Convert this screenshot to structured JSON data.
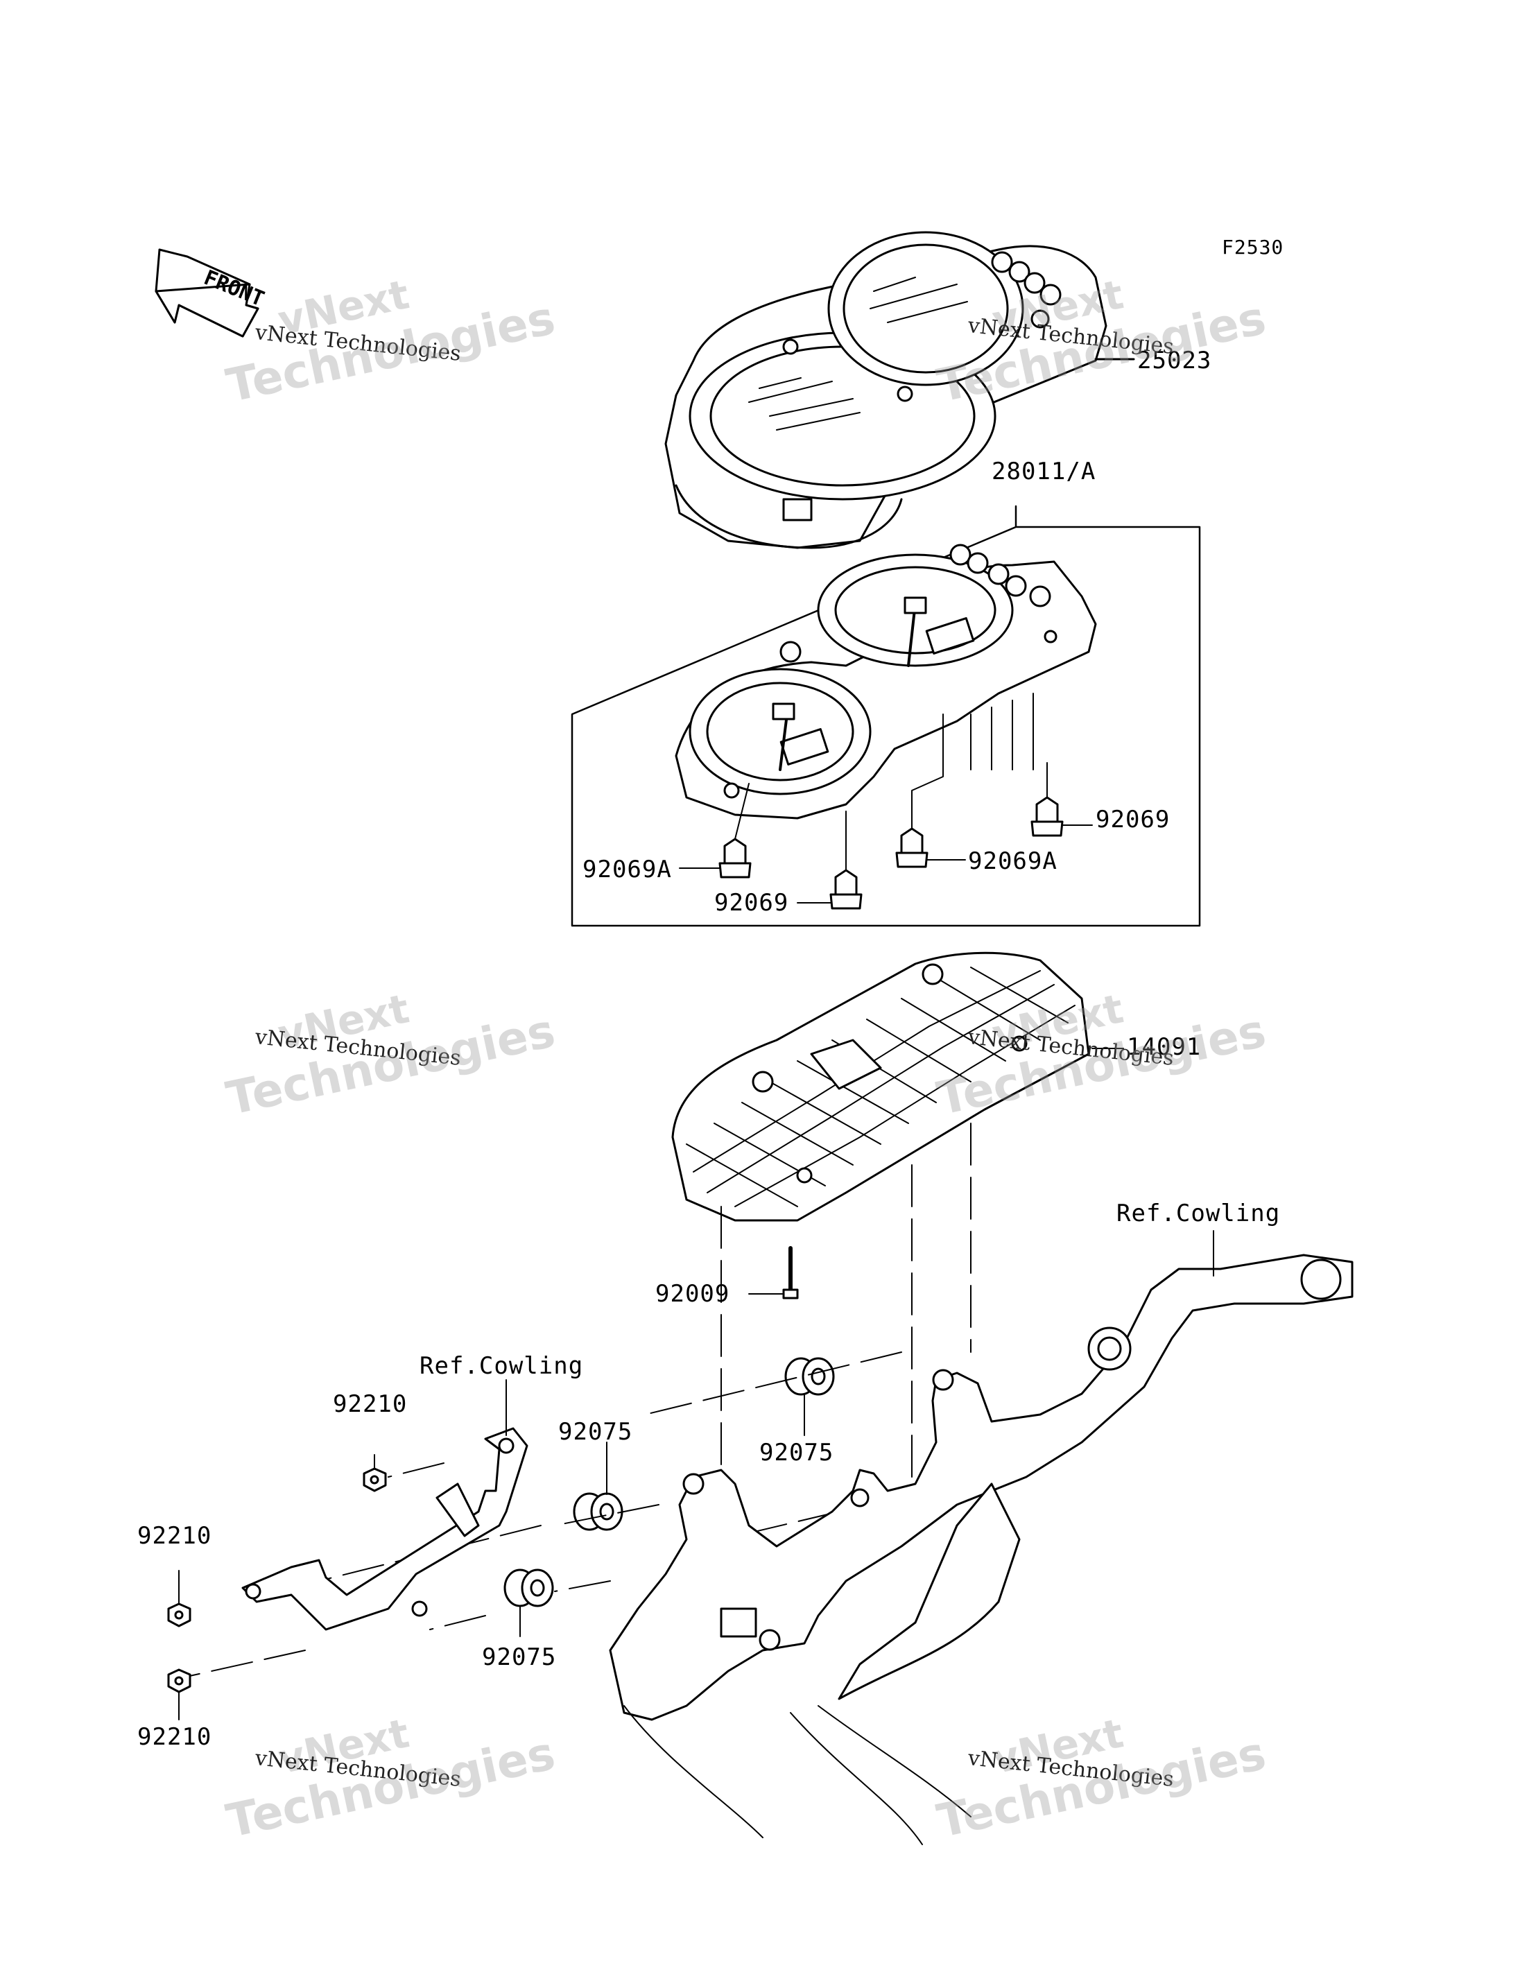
{
  "figure_code": "F2530",
  "front_marker": "FRONT",
  "parts": {
    "p25023": "25023",
    "p28011": "28011/A",
    "p92069_right": "92069",
    "p92069A_left": "92069A",
    "p92069A_mid": "92069A",
    "p92069_bottom": "92069",
    "p14091": "14091",
    "p92009": "92009",
    "p92075_upper": "92075",
    "p92075_right": "92075",
    "p92075_lower": "92075",
    "p92210_upper": "92210",
    "p92210_left": "92210",
    "p92210_lower": "92210",
    "ref_cowling_right": "Ref.Cowling",
    "ref_cowling_left": "Ref.Cowling"
  },
  "watermark": {
    "line1": "vNext",
    "line2": "vNext Technologies",
    "line3": "Technologies"
  }
}
